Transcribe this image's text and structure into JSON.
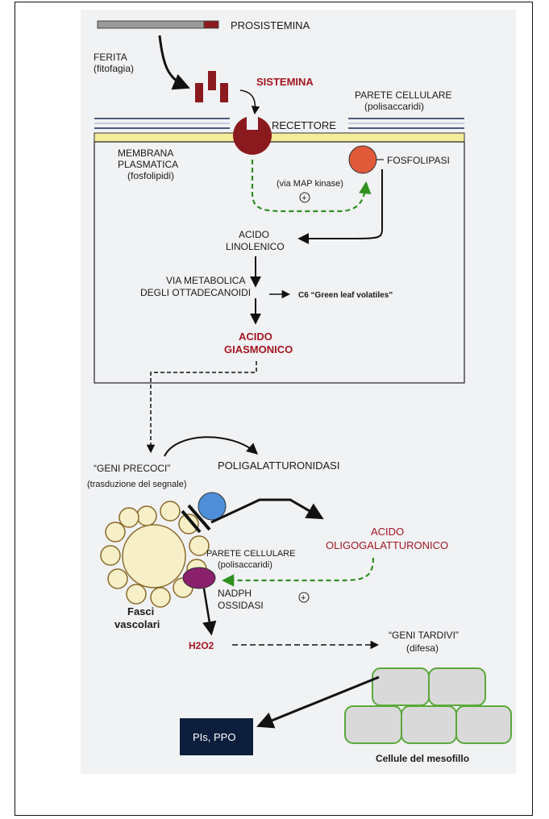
{
  "labels": {
    "prosistemina": "PROSISTEMINA",
    "ferita_1": "FERITA",
    "ferita_2": "(fitofagia)",
    "sistemina": "SISTEMINA",
    "parete_cellulare_1": "PARETE CELLULARE",
    "parete_cellulare_2": "(polisaccaridi)",
    "recettore": "RECETTORE",
    "membrana_1": "MEMBRANA",
    "membrana_2": "PLASMATICA",
    "membrana_3": "(fosfolipidi)",
    "fosfolipasi": "FOSFOLIPASI",
    "map_kinase": "(via MAP kinase)",
    "plus_sign": "+",
    "acido_linolenico_1": "ACIDO",
    "acido_linolenico_2": "LINOLENICO",
    "via_metabolica_1": "VIA METABOLICA",
    "via_metabolica_2": "DEGLI OTTADECANOIDI",
    "c6_volatiles": "C6 “Green leaf volatiles”",
    "acido_giasmonico_1": "ACIDO",
    "acido_giasmonico_2": "GIASMONICO",
    "geni_precoci_1": "“GENI PRECOCI”",
    "geni_precoci_2": "(trasduzione del segnale)",
    "poligalatturonidasi": "POLIGALATTURONIDASI",
    "acido_oligo_1": "ACIDO",
    "acido_oligo_2": "OLIGOGALATTURONICO",
    "parete_cellulare_b_1": "PARETE CELLULARE",
    "parete_cellulare_b_2": "(polisaccaridi)",
    "nadph_1": "NADPH",
    "nadph_2": "OSSIDASI",
    "fasci_1": "Fasci",
    "fasci_2": "vascolari",
    "h2o2": "H2O2",
    "geni_tardivi_1": "“GENI TARDIVI”",
    "geni_tardivi_2": "(difesa)",
    "pis_ppo": "PIs, PPO",
    "cellule_mesofillo": "Cellule del mesofillo"
  },
  "colors": {
    "red_text": "#a31621",
    "dark_red": "#8b1a1f",
    "green": "#2f8f1f",
    "mesophyll_fill": "#d9d9d9",
    "mesophyll_stroke": "#5aa83a",
    "navy_box": "#0c1e3c",
    "vascular_fill": "#f7efc8",
    "membrane_yellow": "#f3ec9a",
    "phospholipase": "#e05a3a",
    "blue_ball": "#4f8fd9",
    "nadph_purple": "#8a1f6b"
  }
}
